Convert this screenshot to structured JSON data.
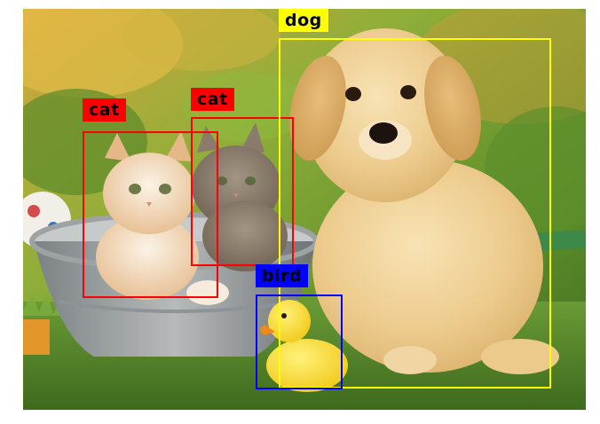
{
  "colors": {
    "cat": "#ff0000",
    "dog": "#ffff00",
    "bird": "#0000ff",
    "cat_text": "#000000",
    "dog_text": "#000000",
    "bird_text": "#000000"
  },
  "detections": [
    {
      "label": "cat",
      "class_key": "cat"
    },
    {
      "label": "cat",
      "class_key": "cat"
    },
    {
      "label": "dog",
      "class_key": "dog"
    },
    {
      "label": "bird",
      "class_key": "bird"
    }
  ]
}
